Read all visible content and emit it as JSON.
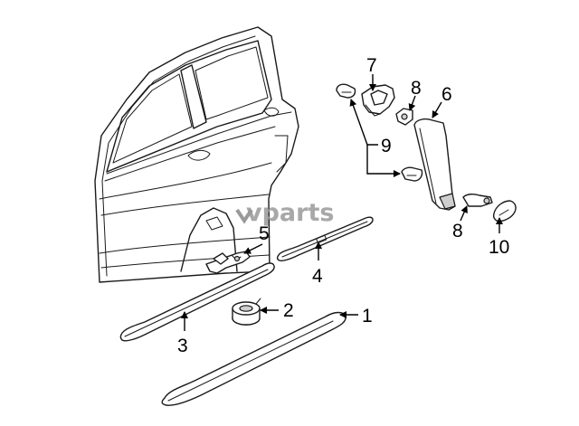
{
  "watermark": "vparts",
  "callouts": [
    {
      "id": "1",
      "label": "1"
    },
    {
      "id": "2",
      "label": "2"
    },
    {
      "id": "3",
      "label": "3"
    },
    {
      "id": "4",
      "label": "4"
    },
    {
      "id": "5",
      "label": "5"
    },
    {
      "id": "6",
      "label": "6"
    },
    {
      "id": "7",
      "label": "7"
    },
    {
      "id": "8a",
      "label": "8"
    },
    {
      "id": "8b",
      "label": "8"
    },
    {
      "id": "9",
      "label": "9"
    },
    {
      "id": "10",
      "label": "10"
    }
  ],
  "colors": {
    "line": "#1a1a1a",
    "shade": "#cfcfcf",
    "watermark": "#9a9a9a"
  }
}
